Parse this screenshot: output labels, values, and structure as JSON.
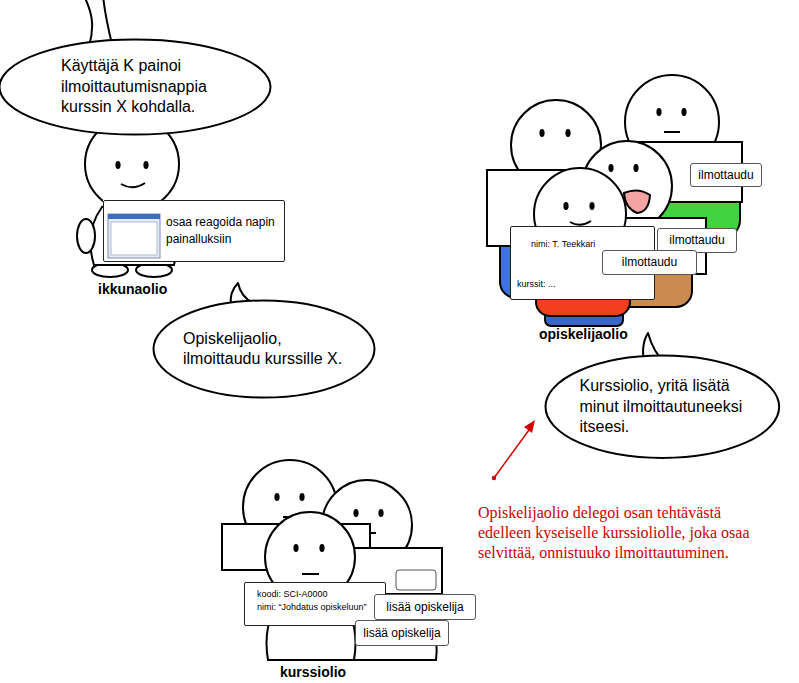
{
  "diagram": {
    "nodes": [
      {
        "text": [
          "Käyttäjä K painoi ilmoittautumisnappia kurssin X kohdalla."
        ]
      },
      {
        "text": [
          "osaa reagoida napin painalluksiin"
        ]
      },
      {
        "text": [
          "Opiskelijaolio, ilmoittaudu kurssille X."
        ]
      },
      {
        "text": [
          "ilmottaudu"
        ]
      },
      {
        "text": [
          "ilmottaudu"
        ]
      },
      {
        "text": [
          "nimi: T. Teekkari",
          "kurssit: ..."
        ]
      },
      {
        "text": [
          "ilmottaudu"
        ]
      },
      {
        "text": [
          "Kurssiolio, yritä lisätä minut ilmoittautuneeksi itseesi."
        ]
      },
      {
        "text": [
          "koodi: SCI-A0000",
          "nimi: “Johdatus opiskeluun”"
        ]
      },
      {
        "text": [
          "lisää opiskelija"
        ]
      },
      {
        "text": [
          "lisää opiskelija"
        ]
      }
    ],
    "labels": [
      "ikkunaolio",
      "opiskelijaolio",
      "kurssiolio",
      "Opiskelijaolio delegoi osan tehtävästä edelleen kyseiselle kurssioliolle, joka osaa selvittää, onnistuuko ilmoittautuminen."
    ]
  }
}
